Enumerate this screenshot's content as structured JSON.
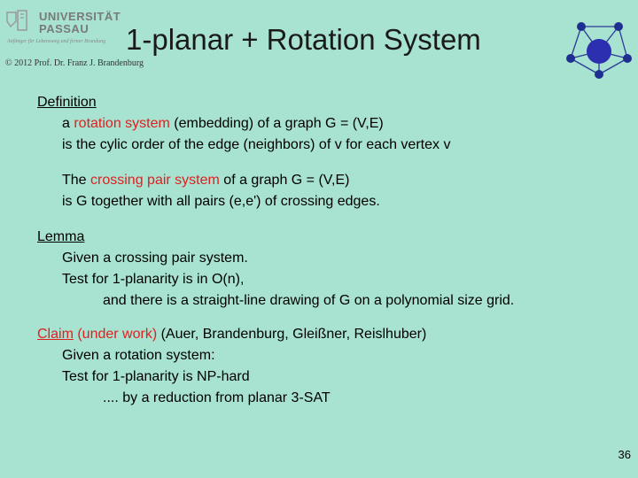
{
  "logo": {
    "line1": "UNIVERSITÄT",
    "line2": "PASSAU",
    "tagline": "Anfänger für Lebensweg und ferner Brandung"
  },
  "copyright": "© 2012 Prof. Dr. Franz J. Brandenburg",
  "title": "1-planar + Rotation System",
  "definition": {
    "heading": "Definition",
    "l1_a": "a ",
    "l1_red": "rotation system",
    "l1_b": " (embedding)  of  a graph  G = (V,E)",
    "l2": "is the cylic order of the edge (neighbors) of  v  for each vertex  v",
    "l3_a": "The ",
    "l3_red": "crossing pair system",
    "l3_b": " of a graph G = (V,E)",
    "l4": "is G  together with all pairs  (e,e')  of crossing edges."
  },
  "lemma": {
    "heading": "Lemma",
    "l1": "Given a crossing pair system.",
    "l2": "Test for 1-planarity is in O(n),",
    "l3": "and there is a straight-line drawing of  G  on a polynomial size grid."
  },
  "claim": {
    "heading": "Claim",
    "red": " (under work)",
    "authors": " (Auer, Brandenburg, Gleißner, Reislhuber)",
    "l1": "Given a rotation system:",
    "l2": "Test for 1-planarity is NP-hard",
    "l3": ".... by a reduction from planar 3-SAT"
  },
  "page_number": "36",
  "colors": {
    "background": "#a8e2d0",
    "accent": "#e02020"
  }
}
